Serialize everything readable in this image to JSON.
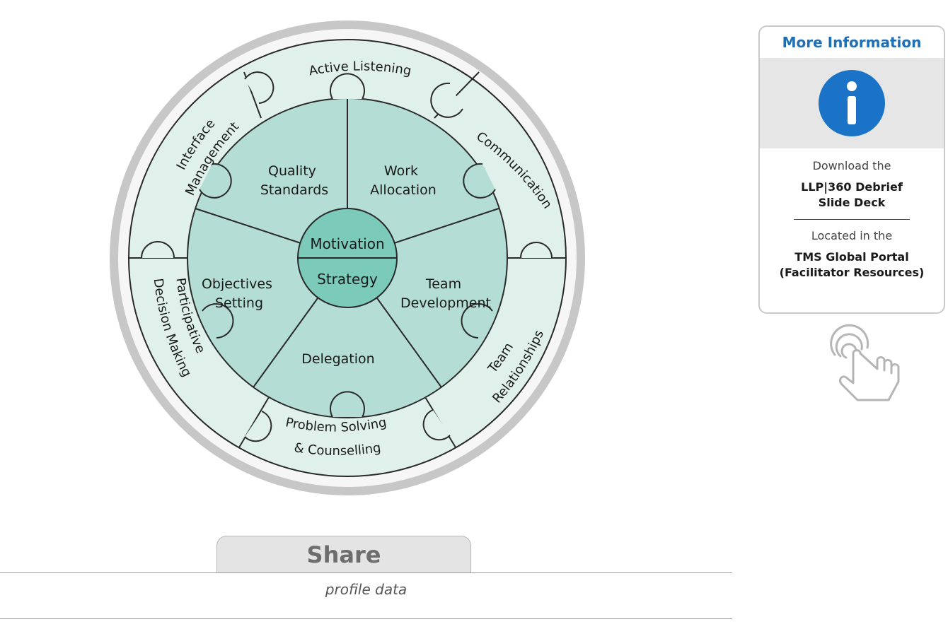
{
  "wheel": {
    "hub_top": "Motivation",
    "hub_bottom": "Strategy",
    "inner_segments": [
      {
        "lines": [
          "Work",
          "Allocation"
        ]
      },
      {
        "lines": [
          "Team",
          "Development"
        ]
      },
      {
        "lines": [
          "Delegation"
        ]
      },
      {
        "lines": [
          "Objectives",
          "Setting"
        ]
      },
      {
        "lines": [
          "Quality",
          "Standards"
        ]
      }
    ],
    "outer_ring": [
      {
        "lines": [
          "Active Listening"
        ]
      },
      {
        "lines": [
          "Communication"
        ]
      },
      {
        "lines": [
          "Team",
          "Relationships"
        ]
      },
      {
        "lines": [
          "Problem Solving",
          "& Counselling"
        ]
      },
      {
        "lines": [
          "Participative",
          "Decision Making"
        ]
      },
      {
        "lines": [
          "Interface",
          "Management"
        ]
      }
    ],
    "colors": {
      "inner_fill": "#b3ddd5",
      "hub_fill": "#7ccab9",
      "outer_fill": "#e0f1ec",
      "border_gray": "#c7c7c7",
      "line": "#2a2a2a"
    }
  },
  "info_panel": {
    "title": "More Information",
    "icon": "info-icon",
    "line1": "Download the",
    "strong1a": "LLP|360 Debrief",
    "strong1b": "Slide Deck",
    "line2": "Located in the",
    "strong2a": "TMS Global Portal",
    "strong2b": "(Facilitator Resources)",
    "hand_icon": "tap-hand-icon",
    "accent": "#1a73c7"
  },
  "share": {
    "label": "Share",
    "subtitle": "profile data"
  }
}
